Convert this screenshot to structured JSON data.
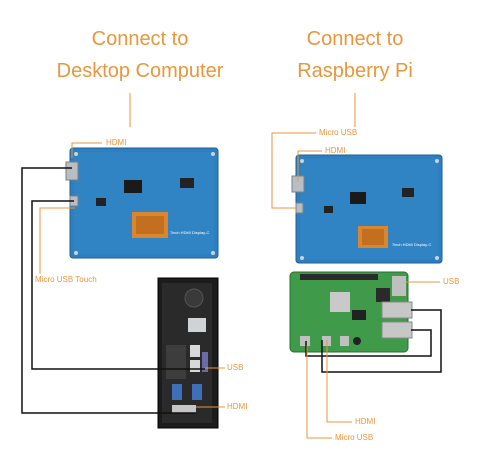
{
  "left": {
    "heading_line1": "Connect to",
    "heading_line2": "Desktop  Computer",
    "labels": {
      "hdmi_top": "HDMI",
      "micro_usb_touch": "Micro USB Touch",
      "usb": "USB",
      "hdmi_bottom": "HDMI"
    },
    "board_silkscreen": "7inch HDMI Display-C"
  },
  "right": {
    "heading_line1": "Connect to",
    "heading_line2": "Raspberry Pi",
    "labels": {
      "micro_usb_top": "Micro USB",
      "hdmi_top": "HDMI",
      "usb": "USB",
      "hdmi_bottom": "HDMI",
      "micro_usb_bottom": "Micro USB"
    },
    "board_silkscreen": "7inch HDMI Display-C"
  },
  "colors": {
    "accent": "#e8973c",
    "board_blue": "#2d7fbf",
    "ribbon": "#d9862e",
    "pcb_green": "#3f9a4a",
    "case_black": "#1c1c1c"
  }
}
